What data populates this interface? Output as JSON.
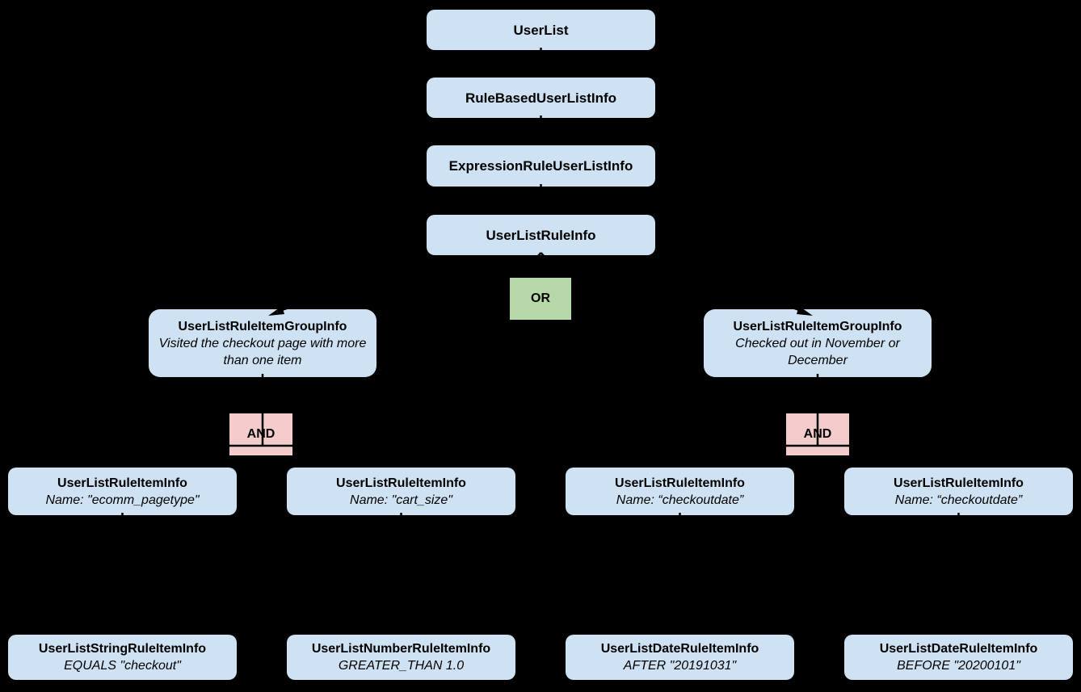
{
  "colors": {
    "background": "#000000",
    "node_fill": "#cfe2f3",
    "or_fill": "#b6d7a8",
    "and_fill": "#f4cccc",
    "text": "#000000",
    "arrow": "#000000"
  },
  "diagram": {
    "chain": [
      "UserList",
      "RuleBasedUserListInfo",
      "ExpressionRuleUserListInfo",
      "UserListRuleInfo"
    ],
    "or_label": "OR",
    "and_label": "AND",
    "groups": [
      {
        "title": "UserListRuleItemGroupInfo",
        "description": "Visited the checkout page with more than one item"
      },
      {
        "title": "UserListRuleItemGroupInfo",
        "description": "Checked out in November or December"
      }
    ],
    "rule_items": [
      {
        "title": "UserListRuleItemInfo",
        "subtitle": "Name: \"ecomm_pagetype\""
      },
      {
        "title": "UserListRuleItemInfo",
        "subtitle": "Name: \"cart_size\""
      },
      {
        "title": "UserListRuleItemInfo",
        "subtitle": "Name: “checkoutdate”"
      },
      {
        "title": "UserListRuleItemInfo",
        "subtitle": "Name: “checkoutdate”"
      }
    ],
    "leaf_items": [
      {
        "title": "UserListStringRuleItemInfo",
        "subtitle": "EQUALS \"checkout\""
      },
      {
        "title": "UserListNumberRuleItemInfo",
        "subtitle": "GREATER_THAN 1.0"
      },
      {
        "title": "UserListDateRuleItemInfo",
        "subtitle": "AFTER \"20191031\""
      },
      {
        "title": "UserListDateRuleItemInfo",
        "subtitle": "BEFORE \"20200101\""
      }
    ]
  }
}
